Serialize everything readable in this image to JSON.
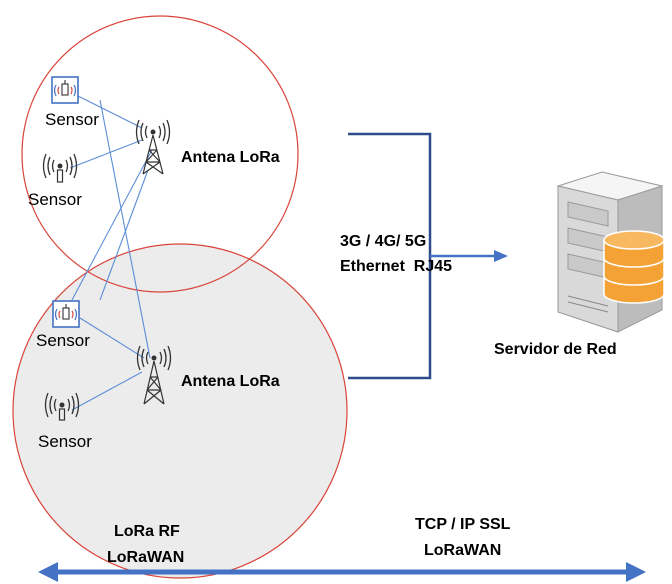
{
  "zones": {
    "upper": {
      "sensors": [
        {
          "label": "Sensor",
          "icon": "boxed-sensor-icon"
        },
        {
          "label": "Sensor",
          "icon": "sensor-icon"
        }
      ],
      "antenna": {
        "label": "Antena LoRa",
        "icon": "antenna-tower-icon"
      }
    },
    "lower": {
      "sensors": [
        {
          "label": "Sensor",
          "icon": "boxed-sensor-icon"
        },
        {
          "label": "Sensor",
          "icon": "sensor-icon"
        }
      ],
      "antenna": {
        "label": "Antena LoRa",
        "icon": "antenna-tower-icon"
      }
    }
  },
  "backhaul": {
    "line1": "3G / 4G/ 5G",
    "line2": "Ethernet  RJ45"
  },
  "server": {
    "label": "Servidor de Red",
    "icon": "server-icon"
  },
  "bottom": {
    "left": {
      "line1": "LoRa RF",
      "line2": "LoRaWAN"
    },
    "right": {
      "line1": "TCP / IP SSL",
      "line2": "LoRaWAN"
    }
  },
  "colors": {
    "circle_stroke": "#d9443a",
    "lower_fill": "#ececec",
    "link_line": "#5b8dd6",
    "bracket": "#2f4b8a",
    "arrow": "#4472c4",
    "server_body": "#e6e6e6",
    "db_orange": "#f4a236"
  }
}
